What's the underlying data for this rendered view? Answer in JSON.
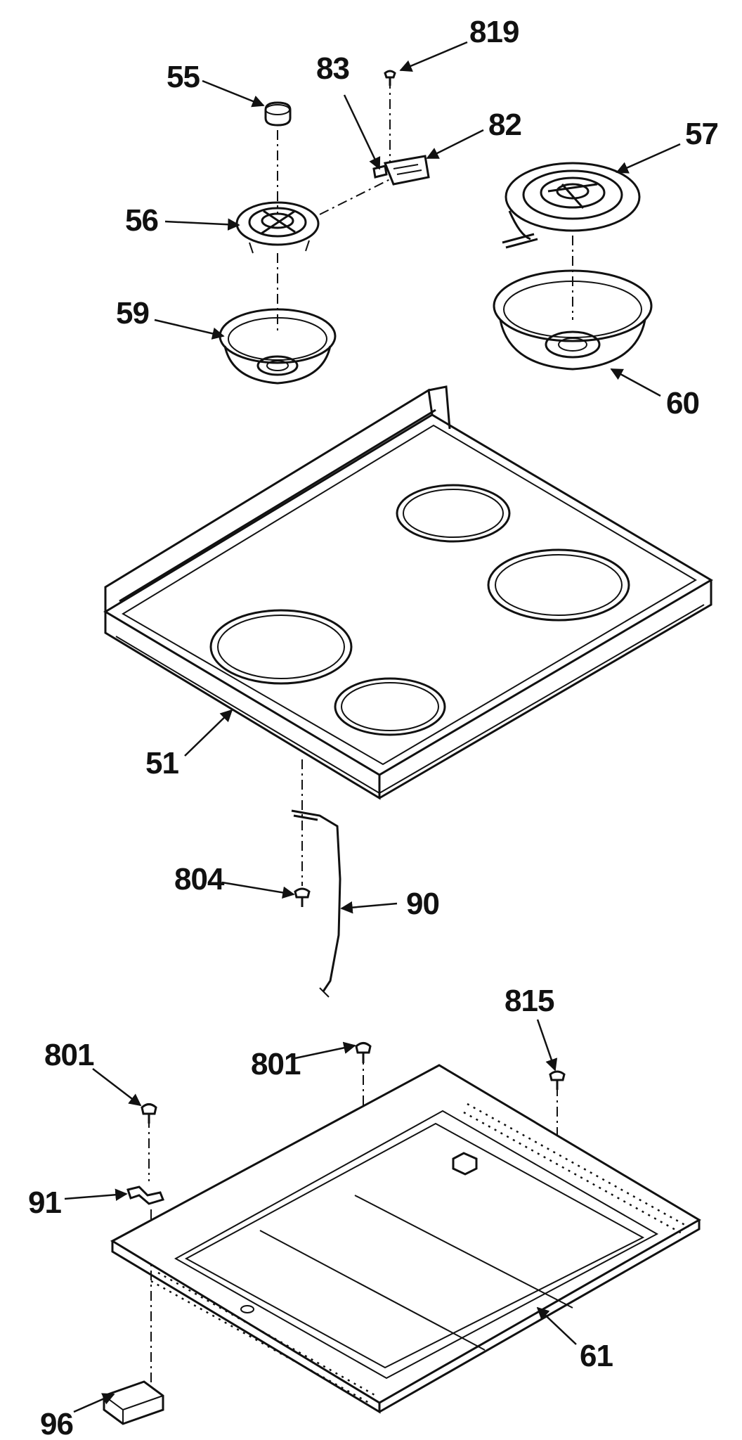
{
  "callouts": {
    "c55": "55",
    "c83": "83",
    "c819": "819",
    "c82": "82",
    "c57": "57",
    "c56": "56",
    "c59": "59",
    "c60": "60",
    "c51": "51",
    "c804": "804",
    "c90": "90",
    "c815": "815",
    "c801a": "801",
    "c801b": "801",
    "c91": "91",
    "c61": "61",
    "c96": "96"
  }
}
